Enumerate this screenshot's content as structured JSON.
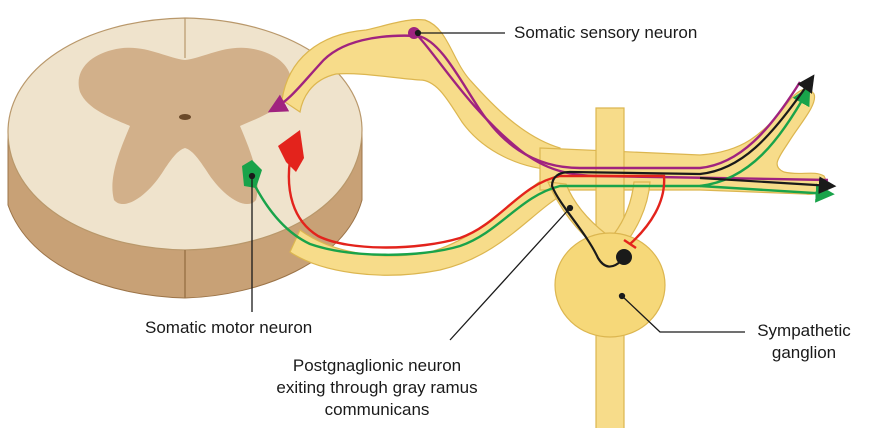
{
  "labels": {
    "sensory": "Somatic sensory neuron",
    "motor": "Somatic motor neuron",
    "postganglionic": [
      "Postgnaglionic neuron",
      "exiting through gray ramus",
      "communicans"
    ],
    "sympathetic": [
      "Sympathetic",
      "ganglion"
    ]
  },
  "colors": {
    "cord_white_matter": "#efe3cc",
    "cord_gray_matter": "#d2b08a",
    "cord_side": "#c8a176",
    "nerve": "#f7dc8a",
    "nerve_outline": "#dcb650",
    "ganglion": "#f6d879",
    "sensory_pathway": "#a0237f",
    "motor_pathway": "#19a34a",
    "preganglionic_pathway": "#e3231c",
    "postganglionic_pathway": "#1a1a1a"
  }
}
